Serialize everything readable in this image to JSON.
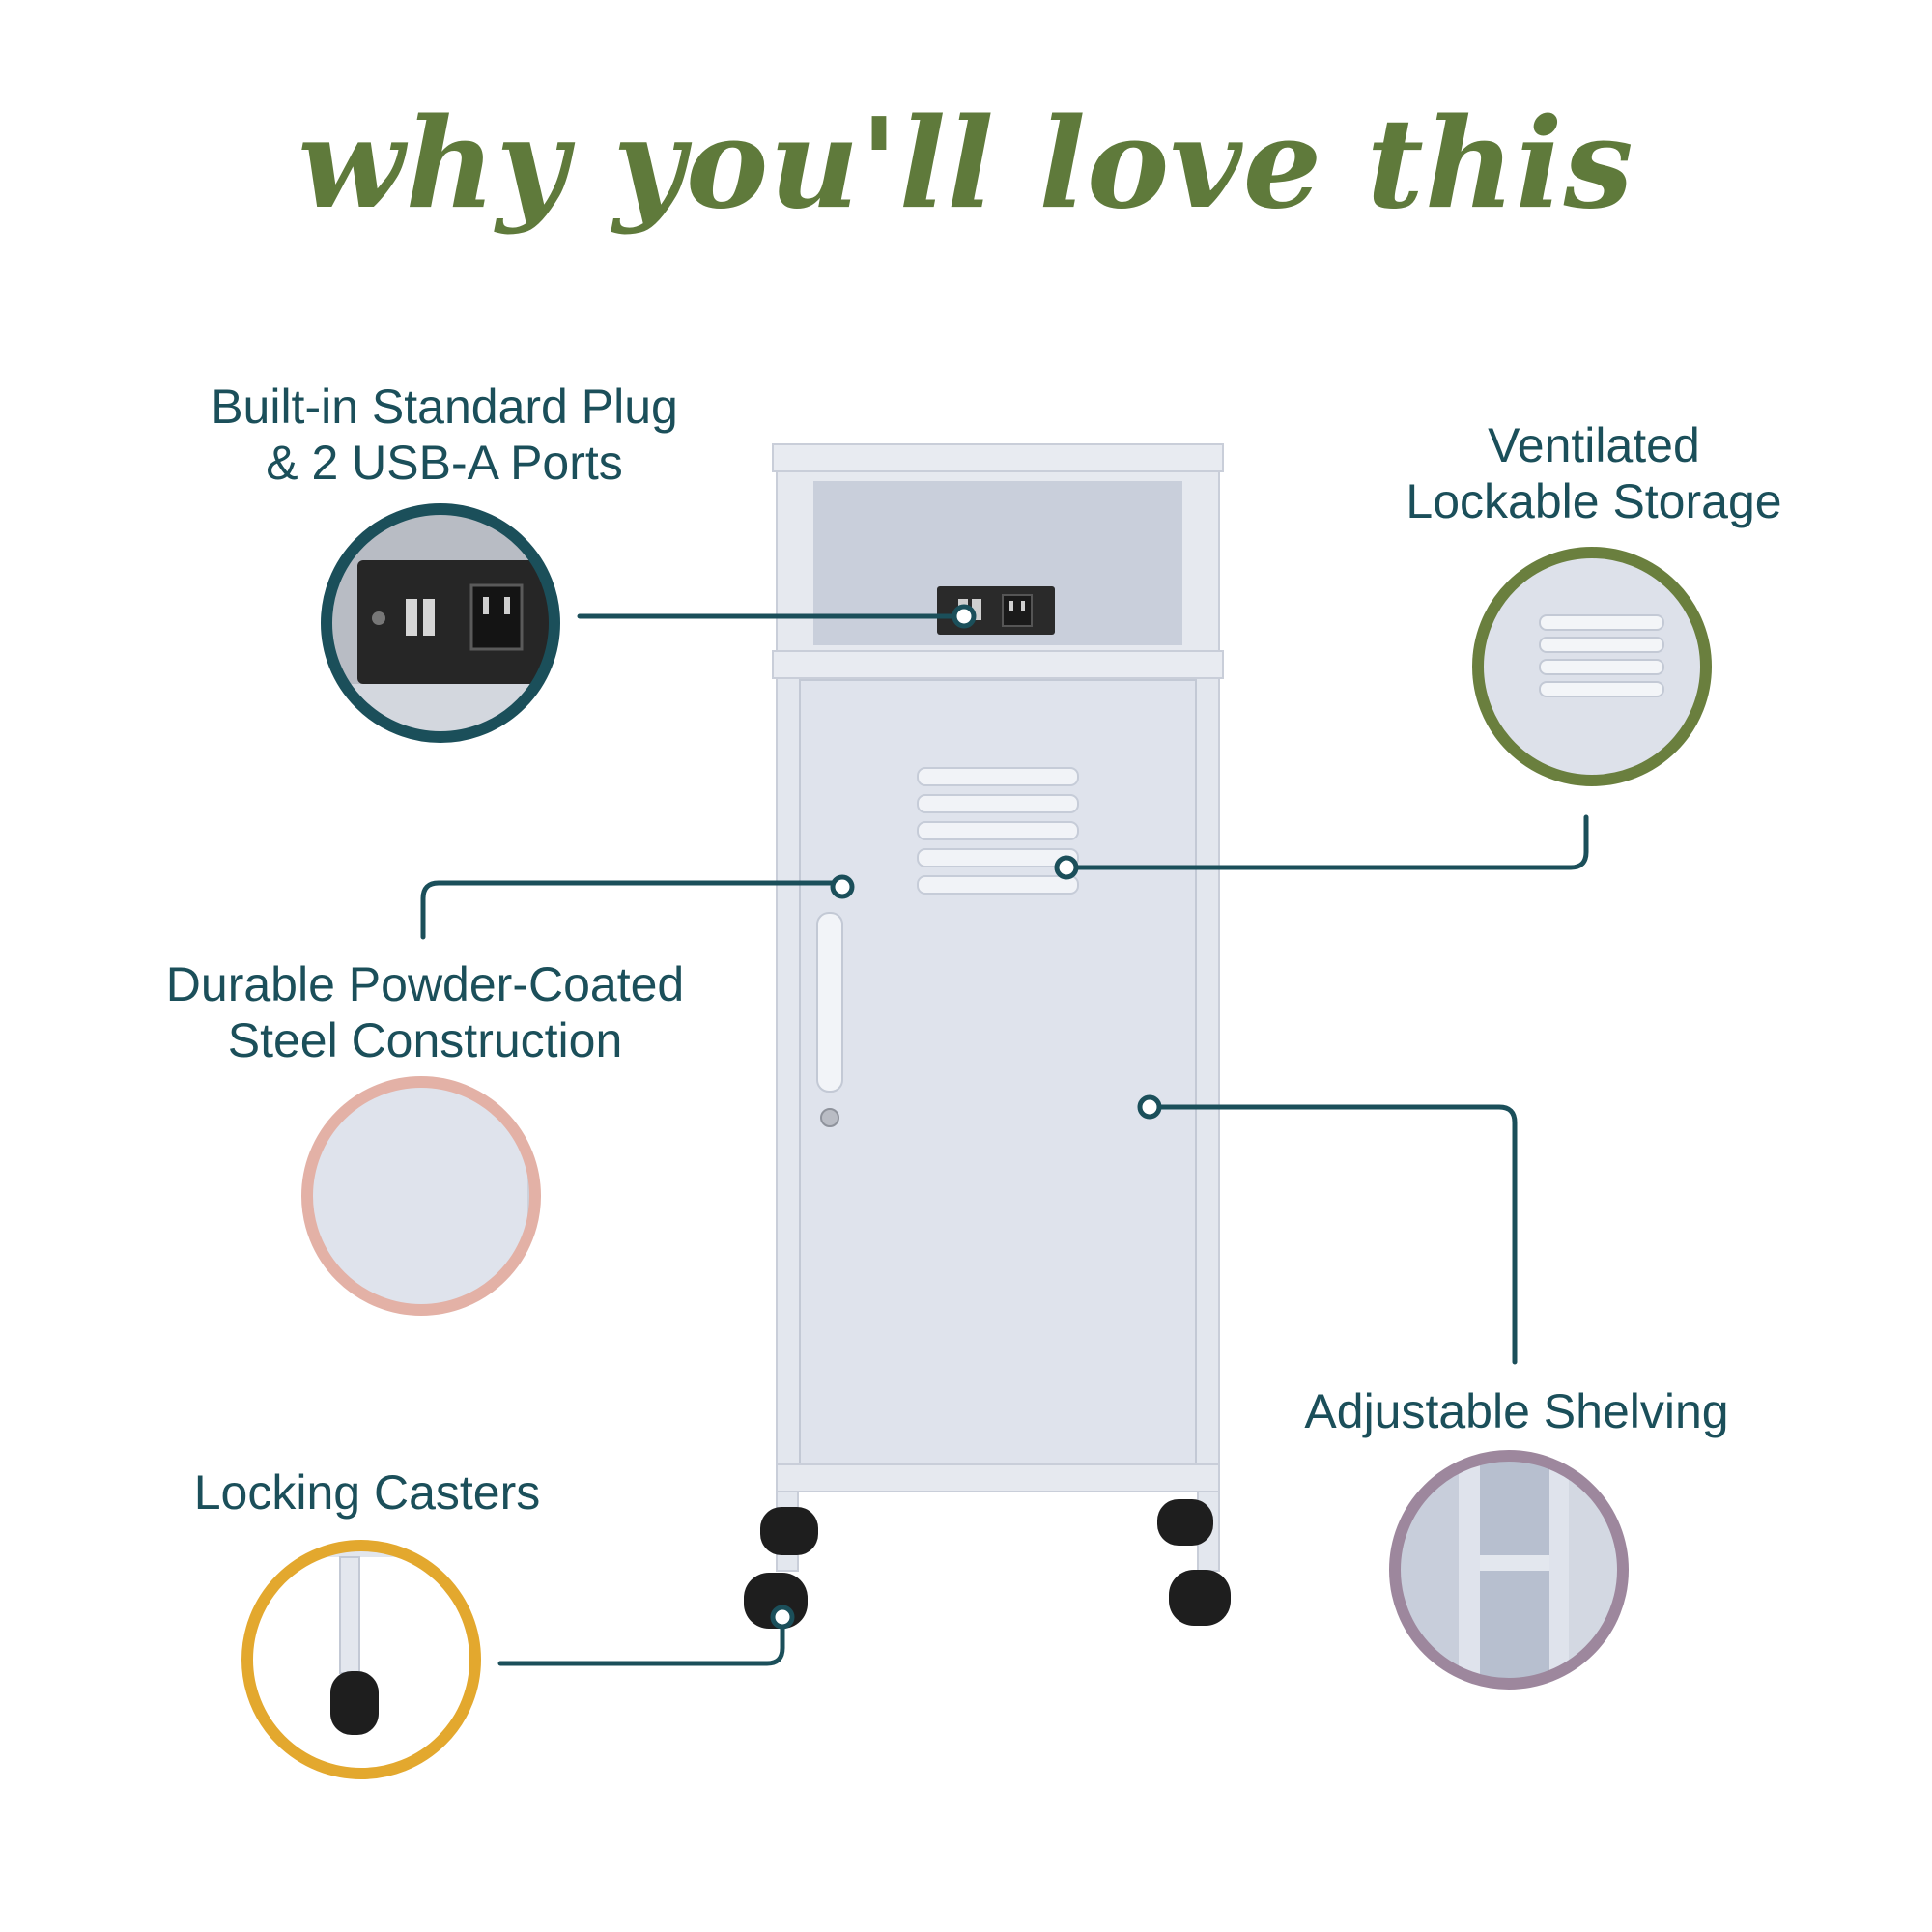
{
  "headline": "why you'll love this",
  "features": [
    {
      "lines": [
        "Built-in Standard Plug",
        "& 2 USB-A Ports"
      ],
      "ring_color": "#1b4f5a"
    },
    {
      "lines": [
        "Ventilated",
        "Lockable Storage"
      ],
      "ring_color": "#6a7f3e"
    },
    {
      "lines": [
        "Durable Powder-Coated",
        "Steel Construction"
      ],
      "ring_color": "#e3b1a6"
    },
    {
      "lines": [
        "Adjustable Shelving"
      ],
      "ring_color": "#9d879d"
    },
    {
      "lines": [
        "Locking Casters"
      ],
      "ring_color": "#e3a82e"
    }
  ],
  "colors": {
    "headline": "#5f7a3b",
    "label_text": "#1b4f5a",
    "leader_line": "#1b4f5a",
    "cabinet_body": "#dfe3ec",
    "cabinet_shade": "#c7ccd8",
    "wheel": "#1e1e1e",
    "outlet_panel": "#2a2a2a"
  }
}
